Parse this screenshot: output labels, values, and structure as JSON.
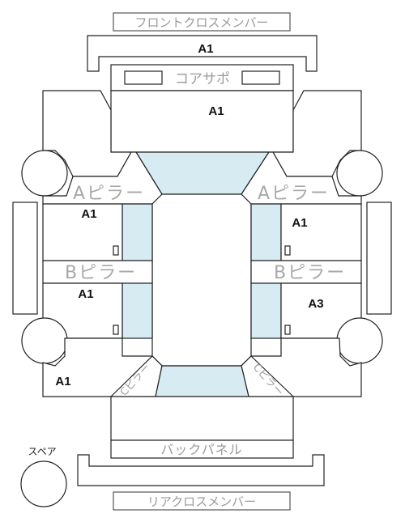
{
  "labels": {
    "front_cross_member": "フロントクロスメンバー",
    "core_support": "コアサポ",
    "a_pillar_left": "Aピラー",
    "a_pillar_right": "Aピラー",
    "b_pillar_left": "Bピラー",
    "b_pillar_right": "Bピラー",
    "c_pillar_left": "Cピラー",
    "c_pillar_right": "Cピラー",
    "back_panel": "バックパネル",
    "rear_cross_member": "リアクロスメンバー",
    "spare": "スペア"
  },
  "grades": {
    "front_member": "A1",
    "hood": "A1",
    "front_left_door": "A1",
    "front_right_door": "A1",
    "rear_left_door": "A1",
    "rear_right_door": "A3",
    "rear_left_quarter": "A1"
  }
}
